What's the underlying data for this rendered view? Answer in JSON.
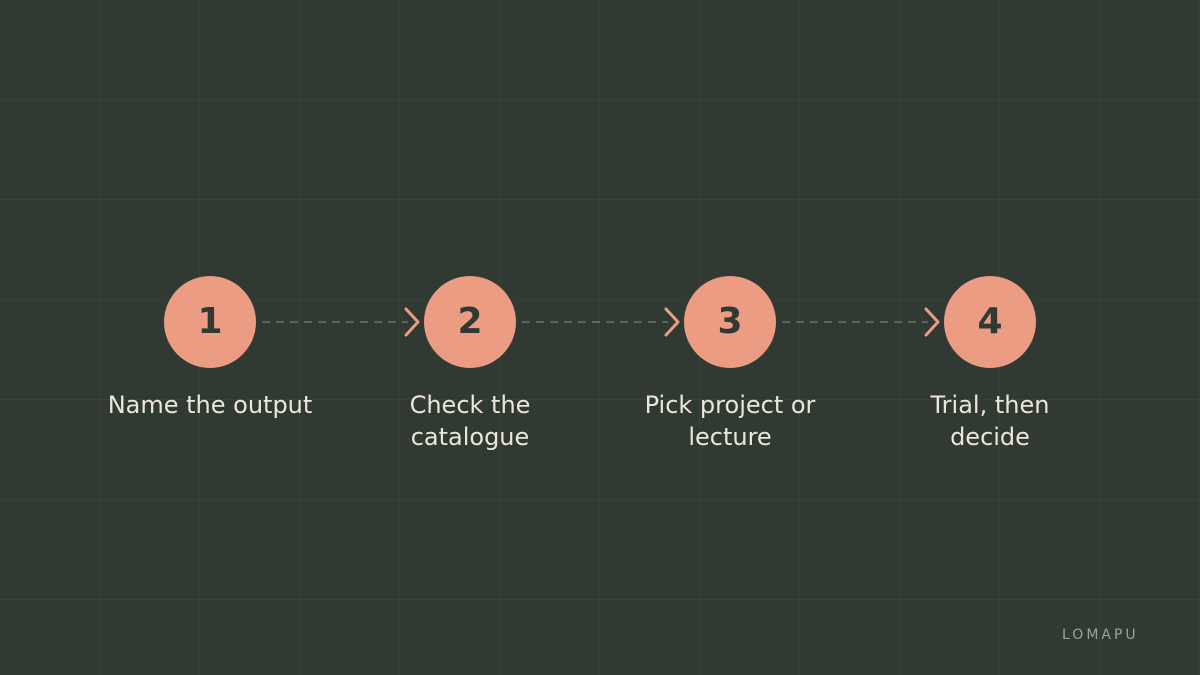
{
  "flow": {
    "steps": [
      {
        "number": "1",
        "label_lines": [
          "Name the output"
        ]
      },
      {
        "number": "2",
        "label_lines": [
          "Check the",
          "catalogue"
        ]
      },
      {
        "number": "3",
        "label_lines": [
          "Pick project or",
          "lecture"
        ]
      },
      {
        "number": "4",
        "label_lines": [
          "Trial, then",
          "decide"
        ]
      }
    ]
  },
  "footer": {
    "brand": "LOMAPU"
  },
  "colors": {
    "background": "#303a33",
    "accent": "#ec9c82",
    "label_text": "#ece6d8",
    "connector": "#5c665f",
    "brand_text": "#9aa39c"
  }
}
